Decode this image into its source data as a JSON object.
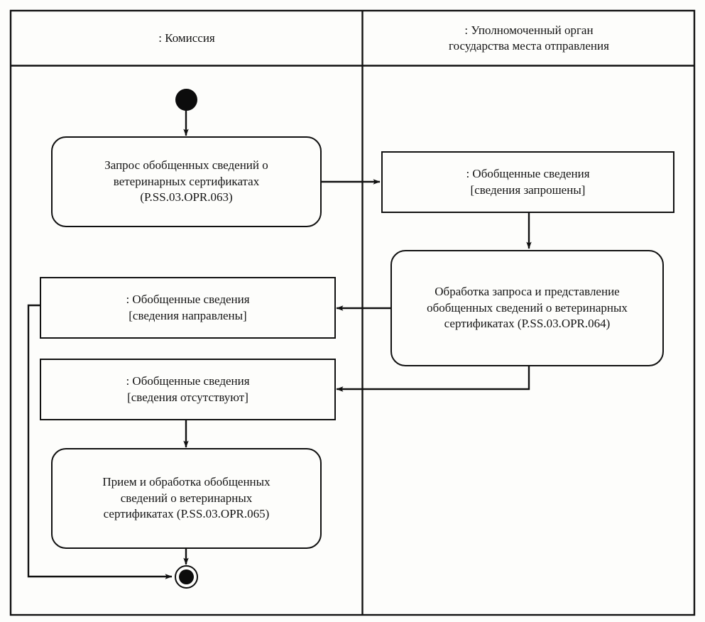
{
  "diagram": {
    "type": "uml-activity-diagram",
    "frame": {
      "stroke": "#111111"
    },
    "swimlanes": [
      {
        "id": "lane-commission",
        "title": ": Комиссия"
      },
      {
        "id": "lane-authority",
        "title": ": Уполномоченный орган\nгосударства места отправления"
      }
    ],
    "nodes": {
      "start": {
        "kind": "initial-node",
        "label": ""
      },
      "activity_request": {
        "kind": "activity",
        "label": "Запрос обобщенных сведений о\nветеринарных сертификатах\n(P.SS.03.OPR.063)"
      },
      "object_requested": {
        "kind": "object-node",
        "label": ": Обобщенные сведения\n[сведения запрошены]"
      },
      "activity_process": {
        "kind": "activity",
        "label": "Обработка запроса и представление\nобобщенных сведений о ветеринарных\nсертификатах (P.SS.03.OPR.064)"
      },
      "object_sent": {
        "kind": "object-node",
        "label": ": Обобщенные сведения\n[сведения направлены]"
      },
      "object_absent": {
        "kind": "object-node",
        "label": ": Обобщенные сведения\n[сведения отсутствуют]"
      },
      "activity_receive": {
        "kind": "activity",
        "label": "Прием и обработка обобщенных\nсведений о ветеринарных\nсертификатах (P.SS.03.OPR.065)"
      },
      "end": {
        "kind": "final-node",
        "label": ""
      }
    }
  }
}
